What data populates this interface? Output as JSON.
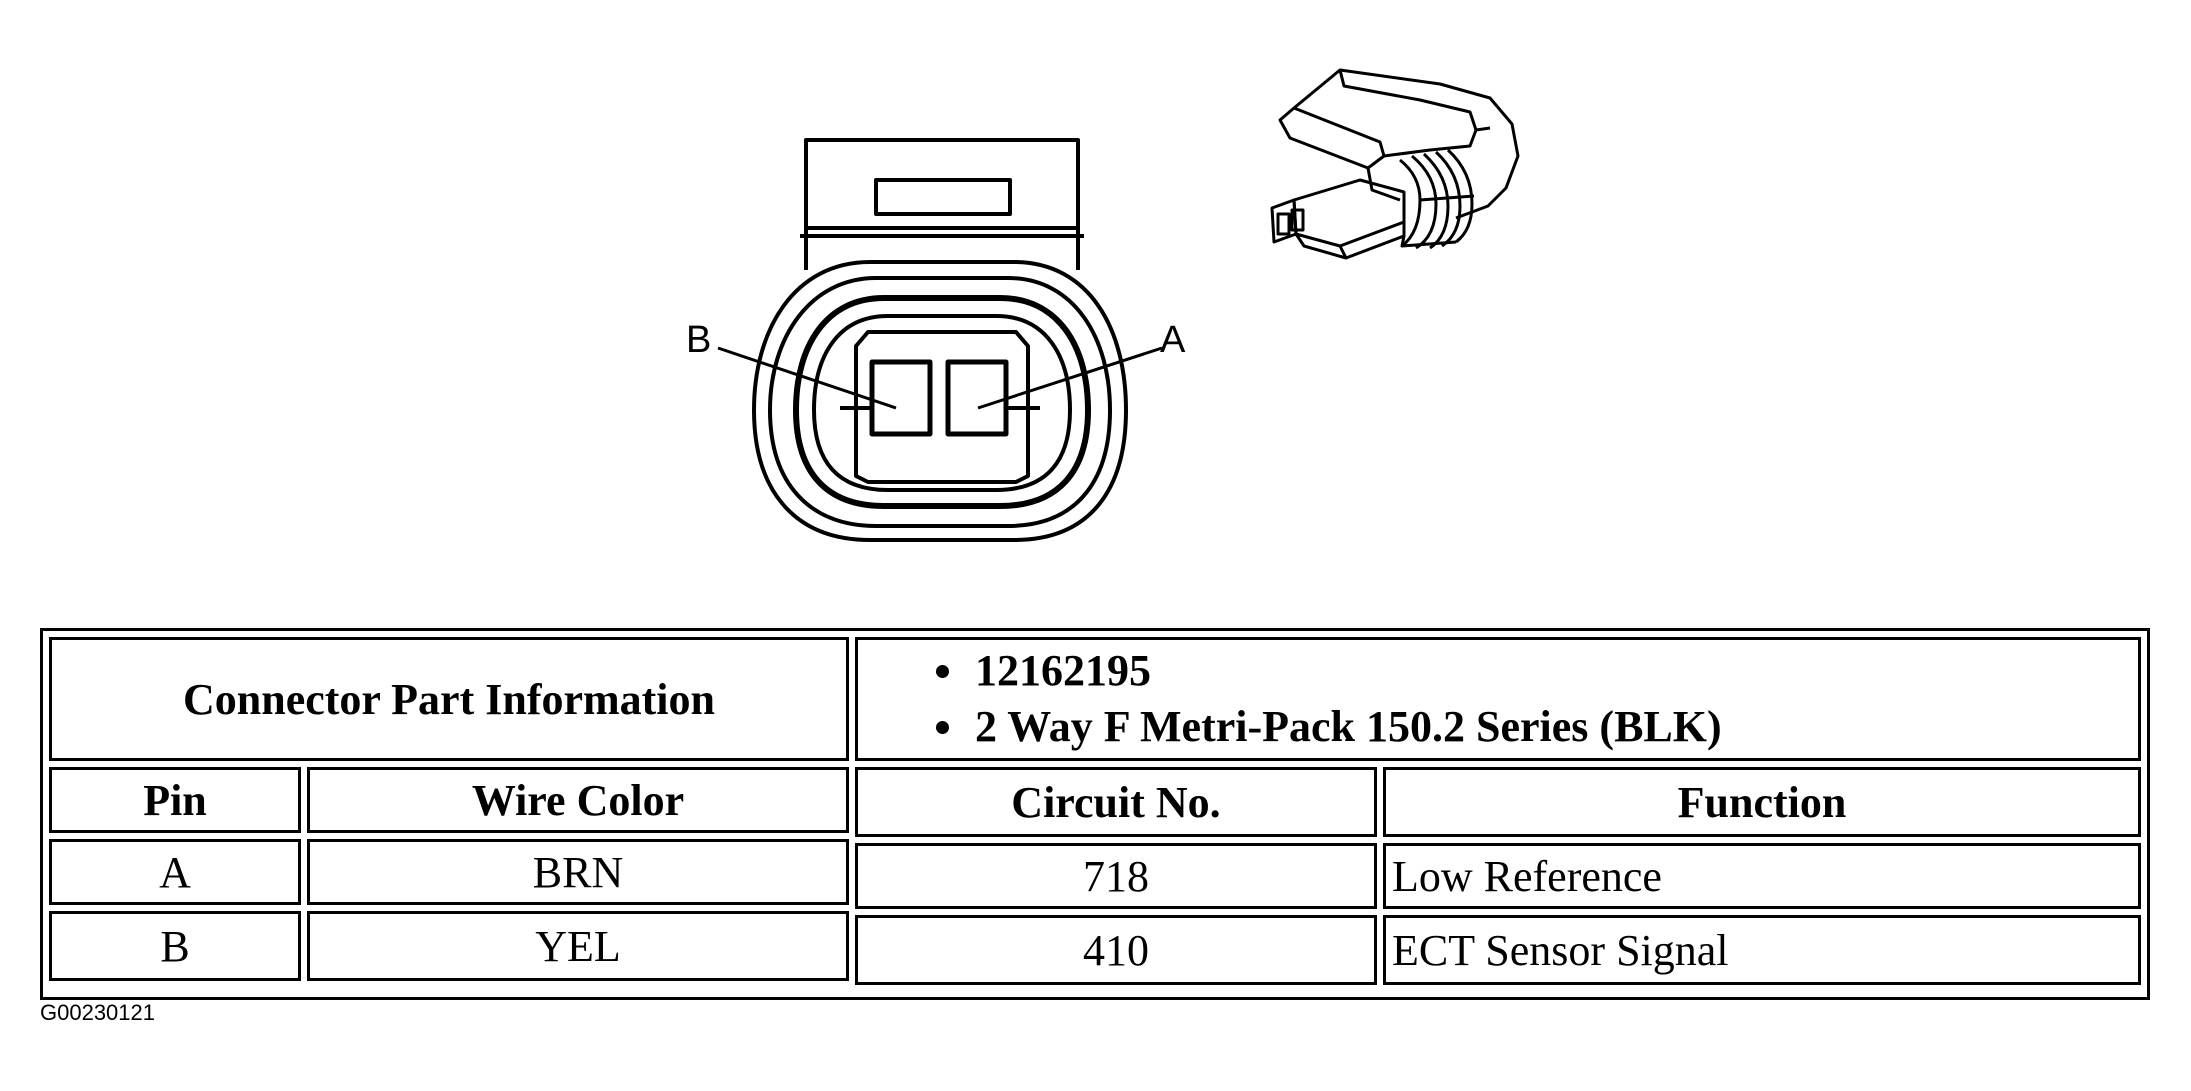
{
  "diagram": {
    "pin_labels": {
      "left": "B",
      "right": "A"
    }
  },
  "table": {
    "part_info_header": "Connector Part Information",
    "part_info": [
      "12162195",
      "2 Way F Metri-Pack 150.2 Series (BLK)"
    ],
    "columns": [
      "Pin",
      "Wire Color",
      "Circuit No.",
      "Function"
    ],
    "rows": [
      {
        "pin": "A",
        "wire_color": "BRN",
        "circuit": "718",
        "function": "Low Reference"
      },
      {
        "pin": "B",
        "wire_color": "YEL",
        "circuit": "410",
        "function": "ECT Sensor Signal"
      }
    ]
  },
  "figure_code": "G00230121"
}
